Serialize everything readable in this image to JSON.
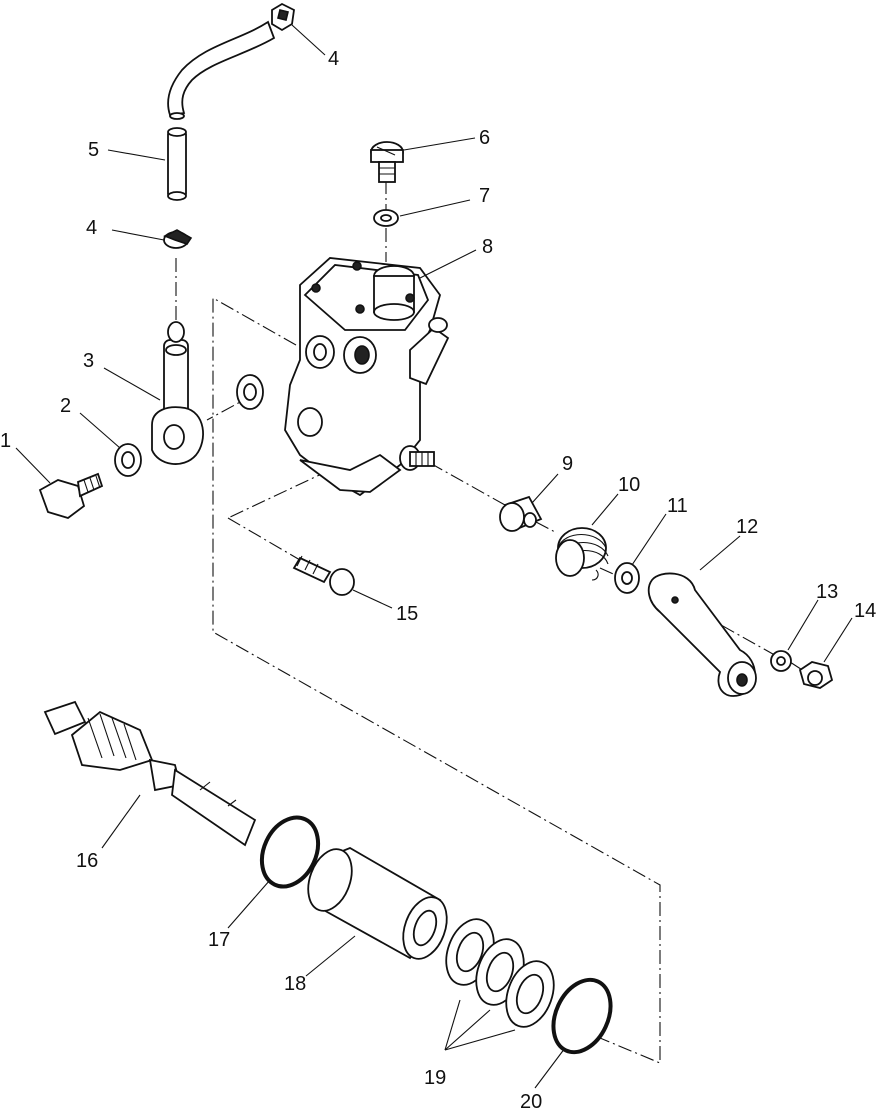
{
  "diagram": {
    "callouts": [
      {
        "id": "c1",
        "text": "1"
      },
      {
        "id": "c2",
        "text": "2"
      },
      {
        "id": "c3",
        "text": "3"
      },
      {
        "id": "c4a",
        "text": "4"
      },
      {
        "id": "c4b",
        "text": "4"
      },
      {
        "id": "c5",
        "text": "5"
      },
      {
        "id": "c6",
        "text": "6"
      },
      {
        "id": "c7",
        "text": "7"
      },
      {
        "id": "c8",
        "text": "8"
      },
      {
        "id": "c9",
        "text": "9"
      },
      {
        "id": "c10",
        "text": "10"
      },
      {
        "id": "c11",
        "text": "11"
      },
      {
        "id": "c12",
        "text": "12"
      },
      {
        "id": "c13",
        "text": "13"
      },
      {
        "id": "c14",
        "text": "14"
      },
      {
        "id": "c15",
        "text": "15"
      },
      {
        "id": "c16",
        "text": "16"
      },
      {
        "id": "c17",
        "text": "17"
      },
      {
        "id": "c18",
        "text": "18"
      },
      {
        "id": "c19",
        "text": "19"
      },
      {
        "id": "c20",
        "text": "20"
      }
    ]
  }
}
